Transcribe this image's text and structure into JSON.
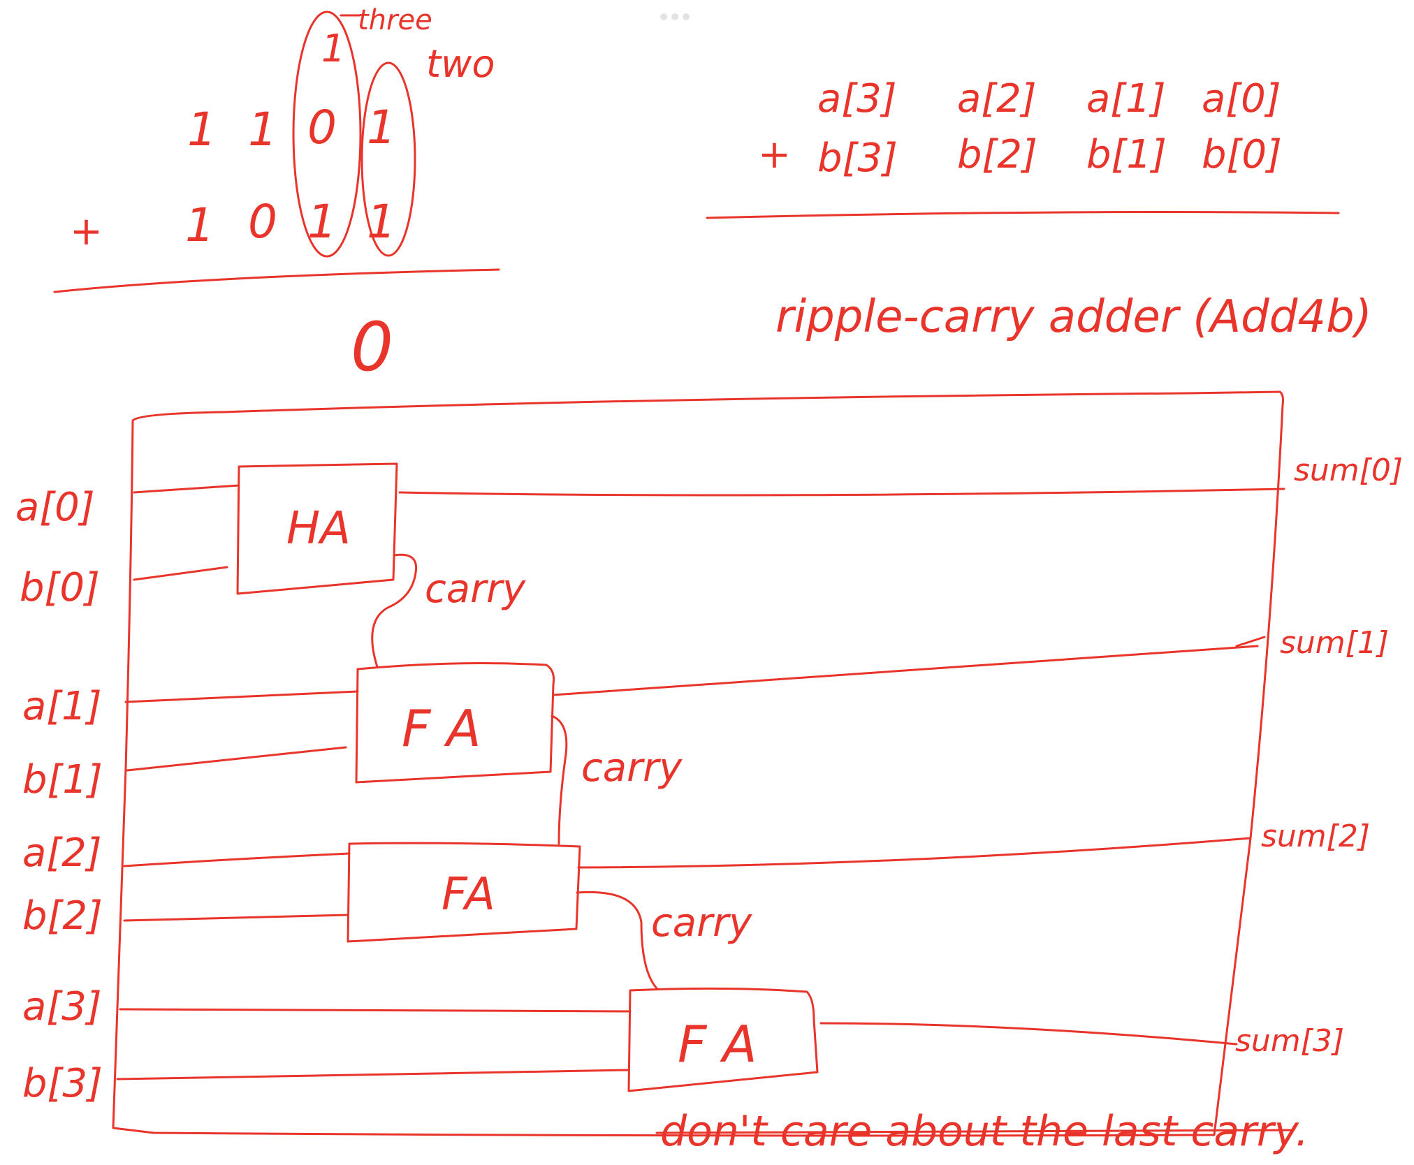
{
  "toolbar": {
    "more_icon": "three-dots-icon"
  },
  "ink_color": "#e8342a",
  "addition_example": {
    "top_row": [
      "1",
      "1",
      "0",
      "1"
    ],
    "bottom_row": [
      "1",
      "0",
      "1",
      "1"
    ],
    "operator": "+",
    "result": "0",
    "circle_label_three": "three",
    "circle_label_two": "two",
    "carry_digit": "1"
  },
  "generic_sum": {
    "operator": "+",
    "a_terms": [
      "a[3]",
      "a[2]",
      "a[1]",
      "a[0]"
    ],
    "b_terms": [
      "b[3]",
      "b[2]",
      "b[1]",
      "b[0]"
    ]
  },
  "heading": "ripple-carry adder (Add4b)",
  "circuit": {
    "inputs": [
      "a[0]",
      "b[0]",
      "a[1]",
      "b[1]",
      "a[2]",
      "b[2]",
      "a[3]",
      "b[3]"
    ],
    "blocks": [
      "HA",
      "F A",
      "FA",
      "F A"
    ],
    "carry_labels": [
      "carry",
      "carry",
      "carry"
    ],
    "outputs": [
      "sum[0]",
      "sum[1]",
      "sum[2]",
      "sum[3]"
    ]
  },
  "note": "don't care about the last carry."
}
